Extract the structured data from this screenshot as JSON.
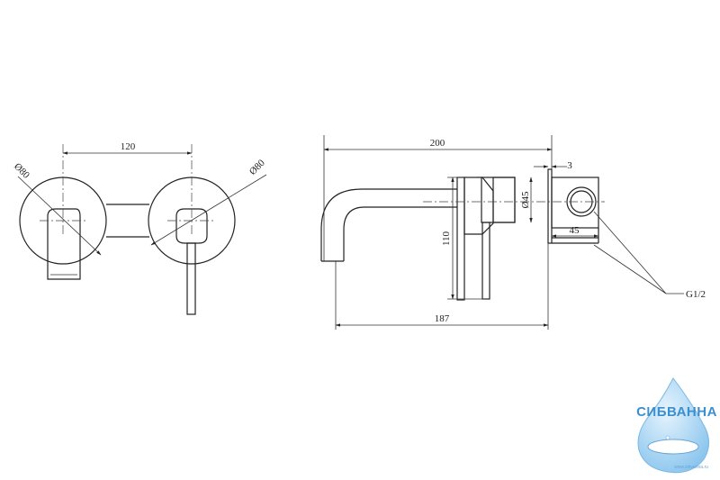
{
  "front_view": {
    "width_dim": "120",
    "left_diameter": "Ø80",
    "right_diameter": "Ø80"
  },
  "side_view": {
    "total_length": "200",
    "plate_thickness": "3",
    "body_diameter": "Ø45",
    "height_dim": "110",
    "inner_length": "187",
    "box_dim": "45",
    "thread_label": "G1/2"
  },
  "watermark": {
    "brand": "СИБВАННА",
    "site": "www.sibvanna.ru",
    "colors": {
      "brand": "#3a8fd0",
      "drop": "#9fd0f2"
    }
  }
}
